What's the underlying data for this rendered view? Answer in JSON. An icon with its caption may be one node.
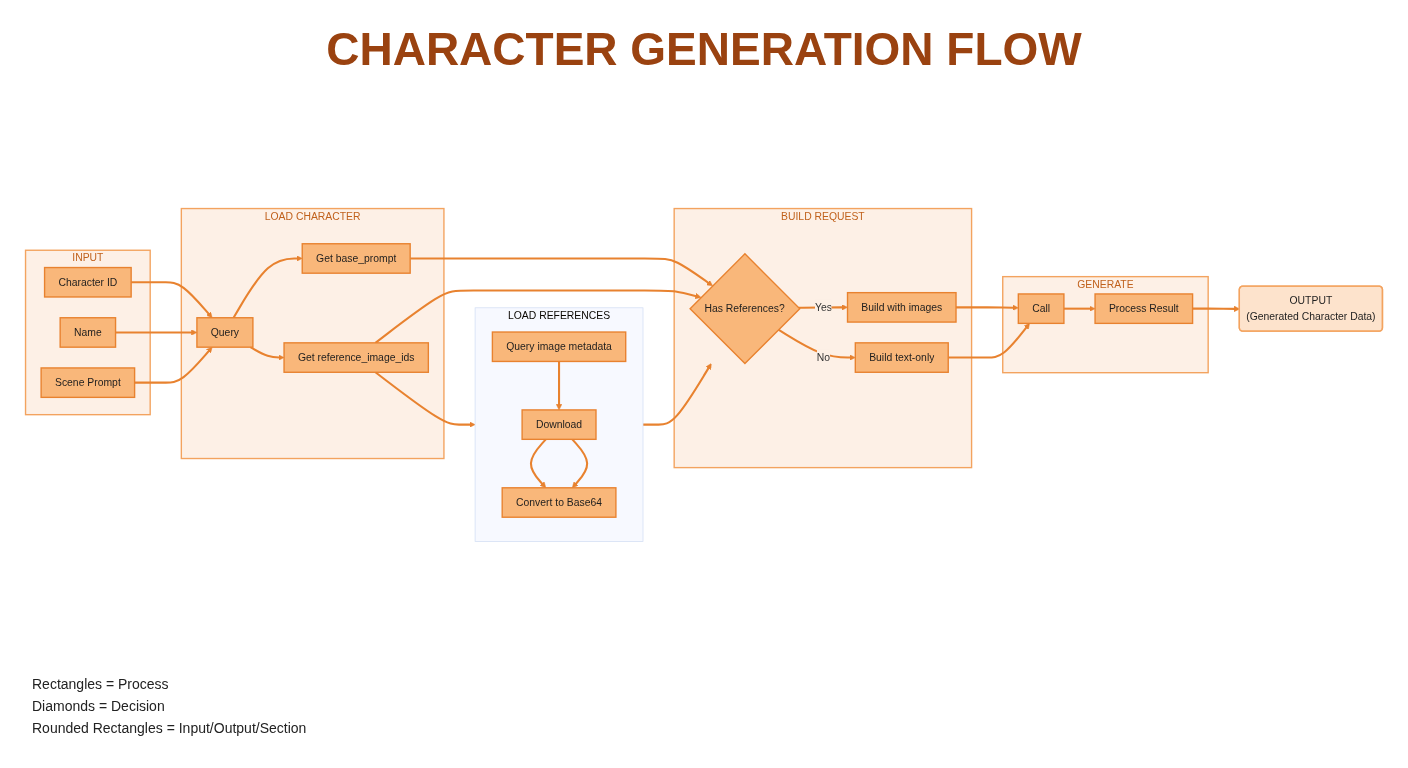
{
  "diagram": {
    "title": "CHARACTER GENERATION FLOW",
    "nodes": [
      {
        "text": [
          "INPUT"
        ]
      },
      {
        "text": [
          "Character ID"
        ],
        "in": 0
      },
      {
        "text": [
          "Name"
        ],
        "in": 0
      },
      {
        "text": [
          "Scene Prompt"
        ],
        "in": 0
      },
      {
        "text": [
          "LOAD CHARACTER"
        ]
      },
      {
        "text": [
          "Query"
        ],
        "in": 4
      },
      {
        "text": [
          "Get base_prompt"
        ],
        "in": 4
      },
      {
        "text": [
          "Get reference_image_ids"
        ],
        "in": 4
      },
      {
        "text": [
          "BUILD REQUEST"
        ]
      },
      {
        "text": [
          "Has References?"
        ],
        "in": 8
      },
      {
        "text": [
          "Build with images"
        ],
        "in": 8
      },
      {
        "text": [
          "Build text-only"
        ],
        "in": 8
      },
      {
        "text": [
          "GENERATE"
        ]
      },
      {
        "text": [
          "Call"
        ],
        "in": 12
      },
      {
        "text": [
          "Process Result"
        ],
        "in": 12
      },
      {
        "text": [
          "OUTPUT",
          "(Generated Character Data)"
        ]
      },
      {
        "text": [
          "LOAD REFERENCES"
        ]
      },
      {
        "text": [
          "Query image metadata"
        ],
        "in": 16
      },
      {
        "text": [
          "Download"
        ],
        "in": 16
      },
      {
        "text": [
          "Convert to Base64"
        ],
        "in": 16
      }
    ],
    "edges": [
      {
        "from": 1,
        "to": 5,
        "arrow": "to"
      },
      {
        "from": 2,
        "to": 5,
        "arrow": "to"
      },
      {
        "from": 3,
        "to": 5,
        "arrow": "to"
      },
      {
        "from": 5,
        "to": 6,
        "arrow": "to"
      },
      {
        "from": 5,
        "to": 7,
        "arrow": "to"
      },
      {
        "from": 6,
        "to": 9,
        "arrow": "to"
      },
      {
        "from": 7,
        "to": 9,
        "arrow": "to"
      },
      {
        "from": 7,
        "to": 16,
        "arrow": "to"
      },
      {
        "from": 16,
        "to": 9,
        "arrow": "to"
      },
      {
        "from": 9,
        "to": 10,
        "label": "Yes",
        "arrow": "to"
      },
      {
        "from": 9,
        "to": 11,
        "label": "No",
        "arrow": "to"
      },
      {
        "from": 10,
        "to": 13,
        "arrow": "to"
      },
      {
        "from": 11,
        "to": 13,
        "arrow": "to"
      },
      {
        "from": 13,
        "to": 14,
        "arrow": "to"
      },
      {
        "from": 14,
        "to": 15,
        "arrow": "to"
      },
      {
        "from": 17,
        "to": 18,
        "arrow": "to"
      },
      {
        "from": 18,
        "to": 19,
        "arrow": "to"
      },
      {
        "from": 18,
        "to": 19,
        "arrow": "to"
      }
    ],
    "labels": [
      "Rectangles = Process",
      "Diamonds = Decision",
      "Rounded Rectangles = Input/Output/Section"
    ]
  }
}
